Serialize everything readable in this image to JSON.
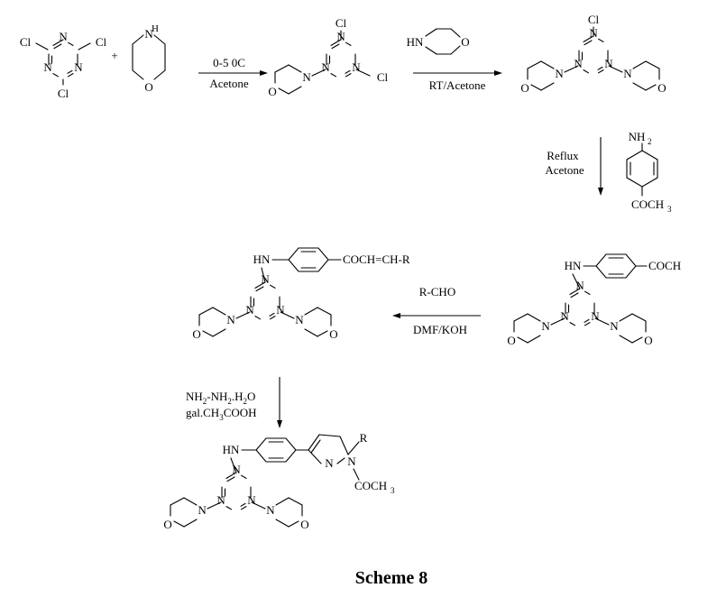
{
  "scheme_title": "Scheme 8",
  "atoms": {
    "N": "N",
    "NH": "NH",
    "HN": "HN",
    "O": "O",
    "Cl": "Cl",
    "R": "R"
  },
  "reagents": {
    "plus": "+",
    "acetylphenyl_amine": "NH",
    "acetylphenyl_amine_sub": "2",
    "acetyl_group": "COCH",
    "acetyl_group_sub": "3",
    "acetyl_trunc": "COCH",
    "enone": "COCH=CH-R",
    "hydrazine_prefix": "NH",
    "hydrazine_sub1": "2",
    "hydrazine_mid": "-NH",
    "hydrazine_sub2": "2",
    "hydrazine_suffix": ".H",
    "hydrazine_sub3": "2",
    "hydrazine_end": "O",
    "acid_prefix": "gal.CH",
    "acid_sub": "3",
    "acid_suffix": "COOH"
  },
  "conditions": {
    "step1_top": "0-5 0C",
    "step1_bottom": "Acetone",
    "step2_bottom": "RT/Acetone",
    "step3_top": "Reflux",
    "step3_bottom": "Acetone",
    "step4_top": "R-CHO",
    "step4_bottom": "DMF/KOH"
  }
}
